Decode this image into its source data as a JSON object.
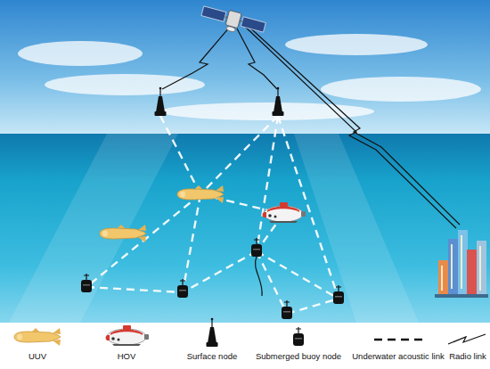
{
  "diagram": {
    "legend": [
      {
        "text": "UUV"
      },
      {
        "text": "HOV"
      },
      {
        "text": "Surface node"
      },
      {
        "text": "Submerged buoy node"
      },
      {
        "text": "Underwater acoustic link"
      },
      {
        "text": "Radio link"
      }
    ]
  }
}
